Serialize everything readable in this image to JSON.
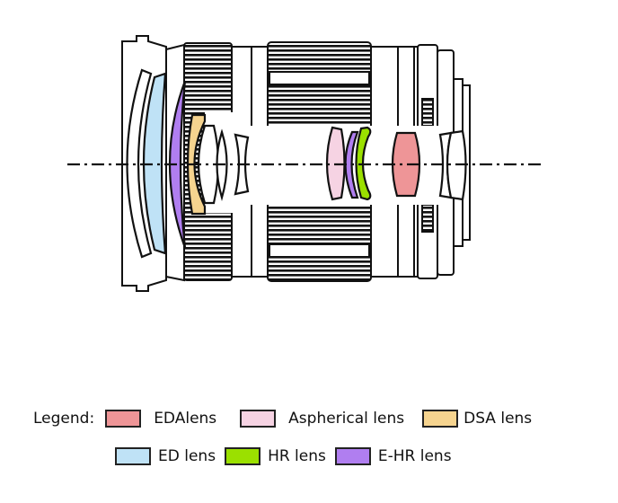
{
  "legend": {
    "title": "Legend:",
    "items": [
      {
        "label": "EDAlens",
        "color": "#ee9597"
      },
      {
        "label": "Aspherical lens",
        "color": "#f6d3e3"
      },
      {
        "label": "DSA lens",
        "color": "#f6d48f"
      },
      {
        "label": "ED lens",
        "color": "#bfe2f6"
      },
      {
        "label": "HR lens",
        "color": "#9be000"
      },
      {
        "label": "E-HR lens",
        "color": "#b07ef0"
      }
    ]
  }
}
